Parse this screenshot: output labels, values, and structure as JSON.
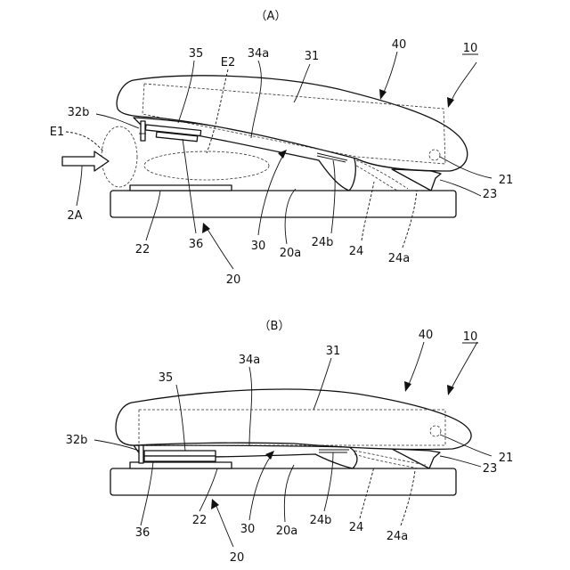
{
  "panels": {
    "a": {
      "label": "（A）",
      "refs": {
        "r10": "10",
        "r40": "40",
        "r31": "31",
        "r34a": "34a",
        "r35": "35",
        "rE2": "E2",
        "r32b": "32b",
        "rE1": "E1",
        "r2A": "2A",
        "r21": "21",
        "r23": "23",
        "r22": "22",
        "r36": "36",
        "r30": "30",
        "r20a": "20a",
        "r24b": "24b",
        "r24": "24",
        "r24a": "24a",
        "r20": "20"
      }
    },
    "b": {
      "label": "（B）",
      "refs": {
        "r10": "10",
        "r40": "40",
        "r31": "31",
        "r34a": "34a",
        "r35": "35",
        "r32b": "32b",
        "r21": "21",
        "r23": "23",
        "r36": "36",
        "r22": "22",
        "r30": "30",
        "r20a": "20a",
        "r24b": "24b",
        "r24": "24",
        "r24a": "24a",
        "r20": "20"
      }
    }
  }
}
